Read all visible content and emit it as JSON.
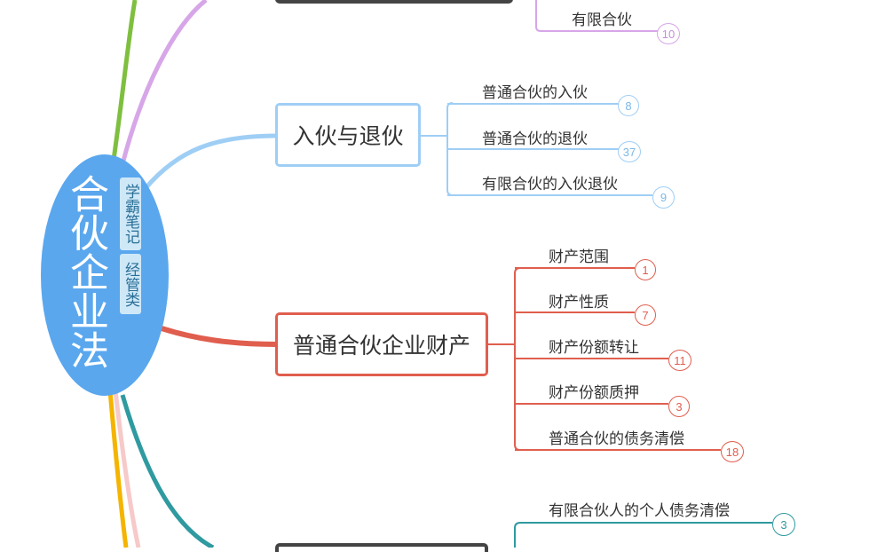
{
  "central": {
    "title": "合伙企业法",
    "tags": [
      "学霸笔记",
      "经管类"
    ]
  },
  "colors": {
    "central": "#5aa7ee",
    "branch_blue": "#9fcef5",
    "branch_red": "#e05e4e",
    "branch_purple": "#d7a6e8",
    "branch_teal": "#2f9aa0",
    "branch_green": "#7fbf3f",
    "branch_orange": "#f4b400",
    "branch_pink": "#f7c9c9"
  },
  "branches": {
    "top_partial": {
      "items": [
        {
          "label": "有限合伙",
          "count": "10"
        }
      ]
    },
    "join_exit": {
      "title": "入伙与退伙",
      "items": [
        {
          "label": "普通合伙的入伙",
          "count": "8"
        },
        {
          "label": "普通合伙的退伙",
          "count": "37"
        },
        {
          "label": "有限合伙的入伙退伙",
          "count": "9"
        }
      ]
    },
    "property": {
      "title": "普通合伙企业财产",
      "items": [
        {
          "label": "财产范围",
          "count": "1"
        },
        {
          "label": "财产性质",
          "count": "7"
        },
        {
          "label": "财产份额转让",
          "count": "11"
        },
        {
          "label": "财产份额质押",
          "count": "3"
        },
        {
          "label": "普通合伙的债务清偿",
          "count": "18"
        }
      ]
    },
    "bottom_partial": {
      "items": [
        {
          "label": "有限合伙人的个人债务清偿",
          "count": "3"
        }
      ]
    }
  }
}
